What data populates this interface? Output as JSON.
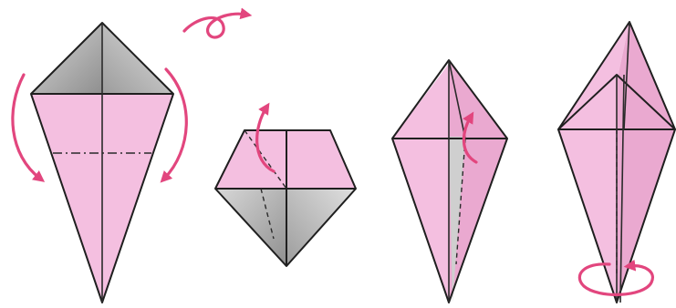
{
  "colors": {
    "paper_pink": "#f4bfe0",
    "paper_pink_dark": "#e8a8cf",
    "paper_gray": "#bdbdbd",
    "paper_gray_dark": "#9a9a9a",
    "arrow": "#e2467e"
  },
  "steps": [
    {
      "id": "step-1",
      "icons": [
        "fold-back-arrow-icon",
        "fold-back-arrow-icon",
        "flip-over-icon"
      ]
    },
    {
      "id": "step-2",
      "icons": [
        "lift-flap-arrow-icon"
      ]
    },
    {
      "id": "step-3",
      "icons": [
        "fold-flap-arrow-icon"
      ]
    },
    {
      "id": "step-4",
      "icons": [
        "rotate-arrow-icon"
      ]
    }
  ]
}
